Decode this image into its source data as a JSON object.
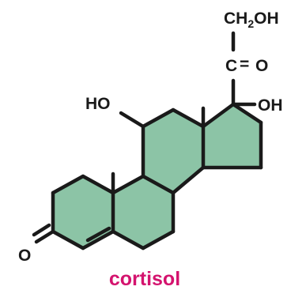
{
  "molecule": {
    "name": "cortisol"
  },
  "labels": {
    "ch2oh_main": "CH",
    "ch2oh_sub": "2",
    "ch2oh_tail": "OH",
    "carbonyl_c": "C",
    "carbonyl_eq": "=",
    "carbonyl_o": "O",
    "ho_left": "HO",
    "oh_right": "OH",
    "ketone_o": "O"
  },
  "colors": {
    "ring_fill": "#8cc4a6",
    "bond": "#1a1a1a",
    "caption": "#d4136e"
  }
}
